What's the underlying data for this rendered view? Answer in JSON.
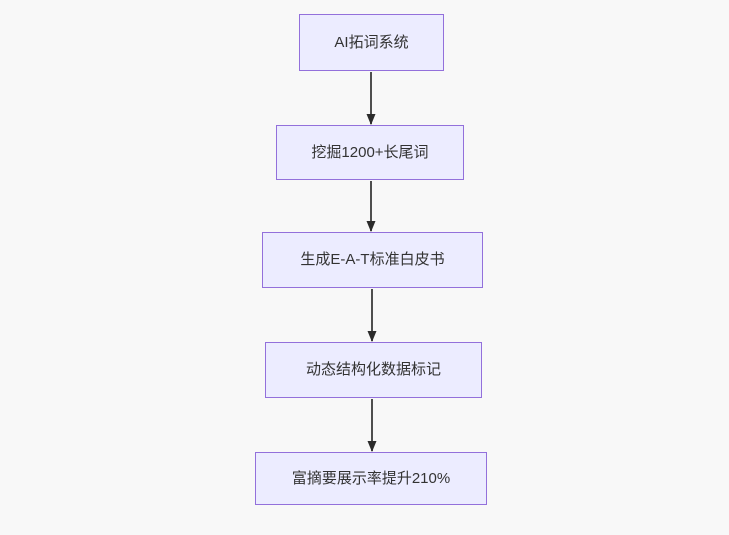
{
  "diagram": {
    "type": "flowchart",
    "direction": "top-down",
    "nodes": [
      {
        "label": "AI拓词系统"
      },
      {
        "label": "挖掘1200+长尾词"
      },
      {
        "label": "生成E-A-T标准白皮书"
      },
      {
        "label": "动态结构化数据标记"
      },
      {
        "label": "富摘要展示率提升210%"
      }
    ],
    "edges": [
      {
        "from": 0,
        "to": 1,
        "style": "arrow"
      },
      {
        "from": 1,
        "to": 2,
        "style": "arrow"
      },
      {
        "from": 2,
        "to": 3,
        "style": "arrow"
      },
      {
        "from": 3,
        "to": 4,
        "style": "arrow"
      }
    ],
    "colors": {
      "node_fill": "#ECECFF",
      "node_border": "#9370DB",
      "node_text": "#333333",
      "edge_line": "#4e4e4e",
      "arrowhead": "#2b2b2b",
      "background": "#f8f8f8"
    }
  }
}
